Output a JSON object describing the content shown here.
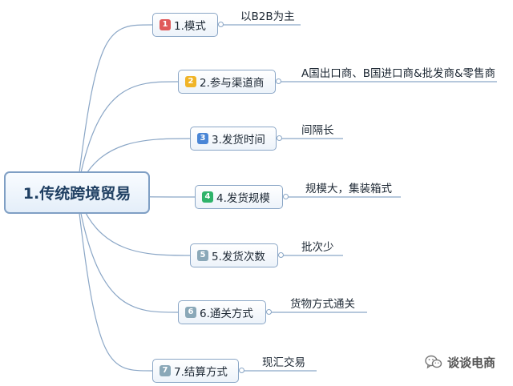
{
  "root": {
    "label": "1.传统跨境贸易"
  },
  "branches": [
    {
      "badge": "1",
      "badge_color": "#e05a5a",
      "label": "1.模式",
      "detail": "以B2B为主"
    },
    {
      "badge": "2",
      "badge_color": "#f0b428",
      "label": "2.参与渠道商",
      "detail": "A国出口商、B国进口商&批发商&零售商"
    },
    {
      "badge": "3",
      "badge_color": "#4a86d6",
      "label": "3.发货时间",
      "detail": "间隔长"
    },
    {
      "badge": "4",
      "badge_color": "#2fb36a",
      "label": "4.发货规模",
      "detail": "规模大，集装箱式"
    },
    {
      "badge": "5",
      "badge_color": "#8aa8b8",
      "label": "5.发货次数",
      "detail": "批次少"
    },
    {
      "badge": "6",
      "badge_color": "#8aa8b8",
      "label": "6.通关方式",
      "detail": "货物方式通关"
    },
    {
      "badge": "7",
      "badge_color": "#8aa8b8",
      "label": "7.结算方式",
      "detail": "现汇交易"
    }
  ],
  "watermark": {
    "label": "谈谈电商",
    "icon": "wechat-icon"
  },
  "colors": {
    "connector": "#8aa6c6",
    "root_text": "#1f3f62"
  }
}
